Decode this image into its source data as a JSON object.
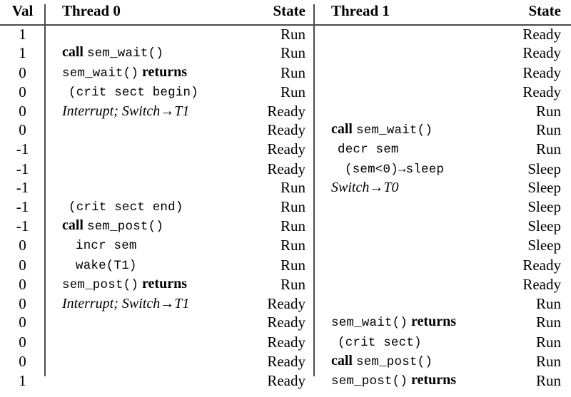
{
  "figure": {
    "kind": "semaphore-trace-table",
    "columns": [
      "Val",
      "Thread 0",
      "State",
      "Thread 1",
      "State"
    ]
  },
  "header": {
    "val": "Val",
    "thread0": "Thread 0",
    "state0": "State",
    "thread1": "Thread 1",
    "state1": "State"
  },
  "rows": [
    {
      "val": "1",
      "t0": {
        "kw": "",
        "code": "",
        "tail": "",
        "italic": "",
        "indent": 0
      },
      "s0": "Run",
      "t1": {
        "kw": "",
        "code": "",
        "tail": "",
        "italic": "",
        "indent": 0
      },
      "s1": "Ready"
    },
    {
      "val": "1",
      "t0": {
        "kw": "call",
        "code": "sem_wait()",
        "tail": "",
        "italic": "",
        "indent": 0
      },
      "s0": "Run",
      "t1": {
        "kw": "",
        "code": "",
        "tail": "",
        "italic": "",
        "indent": 0
      },
      "s1": "Ready"
    },
    {
      "val": "0",
      "t0": {
        "kw": "",
        "code": "sem_wait()",
        "tail": "returns",
        "italic": "",
        "indent": 0
      },
      "s0": "Run",
      "t1": {
        "kw": "",
        "code": "",
        "tail": "",
        "italic": "",
        "indent": 0
      },
      "s1": "Ready"
    },
    {
      "val": "0",
      "t0": {
        "kw": "",
        "code": "(crit sect begin)",
        "tail": "",
        "italic": "",
        "indent": 1
      },
      "s0": "Run",
      "t1": {
        "kw": "",
        "code": "",
        "tail": "",
        "italic": "",
        "indent": 0
      },
      "s1": "Ready"
    },
    {
      "val": "0",
      "t0": {
        "kw": "",
        "code": "",
        "tail": "",
        "italic": "Interrupt; Switch→T1",
        "indent": 0
      },
      "s0": "Ready",
      "t1": {
        "kw": "",
        "code": "",
        "tail": "",
        "italic": "",
        "indent": 0
      },
      "s1": "Run"
    },
    {
      "val": "0",
      "t0": {
        "kw": "",
        "code": "",
        "tail": "",
        "italic": "",
        "indent": 0
      },
      "s0": "Ready",
      "t1": {
        "kw": "call",
        "code": "sem_wait()",
        "tail": "",
        "italic": "",
        "indent": 0
      },
      "s1": "Run"
    },
    {
      "val": "-1",
      "t0": {
        "kw": "",
        "code": "",
        "tail": "",
        "italic": "",
        "indent": 0
      },
      "s0": "Ready",
      "t1": {
        "kw": "",
        "code": "decr sem",
        "tail": "",
        "italic": "",
        "indent": 1
      },
      "s1": "Run"
    },
    {
      "val": "-1",
      "t0": {
        "kw": "",
        "code": "",
        "tail": "",
        "italic": "",
        "indent": 0
      },
      "s0": "Ready",
      "t1": {
        "kw": "",
        "code": "(sem<0)→sleep",
        "tail": "",
        "italic": "",
        "indent": 2
      },
      "s1": "Sleep"
    },
    {
      "val": "-1",
      "t0": {
        "kw": "",
        "code": "",
        "tail": "",
        "italic": "",
        "indent": 0
      },
      "s0": "Run",
      "t1": {
        "kw": "",
        "code": "",
        "tail": "",
        "italic": "Switch→T0",
        "indent": 0
      },
      "s1": "Sleep"
    },
    {
      "val": "-1",
      "t0": {
        "kw": "",
        "code": "(crit sect end)",
        "tail": "",
        "italic": "",
        "indent": 1
      },
      "s0": "Run",
      "t1": {
        "kw": "",
        "code": "",
        "tail": "",
        "italic": "",
        "indent": 0
      },
      "s1": "Sleep"
    },
    {
      "val": "-1",
      "t0": {
        "kw": "call",
        "code": "sem_post()",
        "tail": "",
        "italic": "",
        "indent": 0
      },
      "s0": "Run",
      "t1": {
        "kw": "",
        "code": "",
        "tail": "",
        "italic": "",
        "indent": 0
      },
      "s1": "Sleep"
    },
    {
      "val": "0",
      "t0": {
        "kw": "",
        "code": "incr sem",
        "tail": "",
        "italic": "",
        "indent": 2
      },
      "s0": "Run",
      "t1": {
        "kw": "",
        "code": "",
        "tail": "",
        "italic": "",
        "indent": 0
      },
      "s1": "Sleep"
    },
    {
      "val": "0",
      "t0": {
        "kw": "",
        "code": "wake(T1)",
        "tail": "",
        "italic": "",
        "indent": 2
      },
      "s0": "Run",
      "t1": {
        "kw": "",
        "code": "",
        "tail": "",
        "italic": "",
        "indent": 0
      },
      "s1": "Ready"
    },
    {
      "val": "0",
      "t0": {
        "kw": "",
        "code": "sem_post()",
        "tail": "returns",
        "italic": "",
        "indent": 0
      },
      "s0": "Run",
      "t1": {
        "kw": "",
        "code": "",
        "tail": "",
        "italic": "",
        "indent": 0
      },
      "s1": "Ready"
    },
    {
      "val": "0",
      "t0": {
        "kw": "",
        "code": "",
        "tail": "",
        "italic": "Interrupt; Switch→T1",
        "indent": 0
      },
      "s0": "Ready",
      "t1": {
        "kw": "",
        "code": "",
        "tail": "",
        "italic": "",
        "indent": 0
      },
      "s1": "Run"
    },
    {
      "val": "0",
      "t0": {
        "kw": "",
        "code": "",
        "tail": "",
        "italic": "",
        "indent": 0
      },
      "s0": "Ready",
      "t1": {
        "kw": "",
        "code": "sem_wait()",
        "tail": "returns",
        "italic": "",
        "indent": 0
      },
      "s1": "Run"
    },
    {
      "val": "0",
      "t0": {
        "kw": "",
        "code": "",
        "tail": "",
        "italic": "",
        "indent": 0
      },
      "s0": "Ready",
      "t1": {
        "kw": "",
        "code": "(crit sect)",
        "tail": "",
        "italic": "",
        "indent": 1
      },
      "s1": "Run"
    },
    {
      "val": "0",
      "t0": {
        "kw": "",
        "code": "",
        "tail": "",
        "italic": "",
        "indent": 0
      },
      "s0": "Ready",
      "t1": {
        "kw": "call",
        "code": "sem_post()",
        "tail": "",
        "italic": "",
        "indent": 0
      },
      "s1": "Run"
    },
    {
      "val": "1",
      "t0": {
        "kw": "",
        "code": "",
        "tail": "",
        "italic": "",
        "indent": 0
      },
      "s0": "Ready",
      "t1": {
        "kw": "",
        "code": "sem_post()",
        "tail": "returns",
        "italic": "",
        "indent": 0
      },
      "s1": "Run"
    }
  ],
  "colors": {
    "rule": "#4a4a4a",
    "text": "#000000",
    "background": "#ffffff"
  }
}
